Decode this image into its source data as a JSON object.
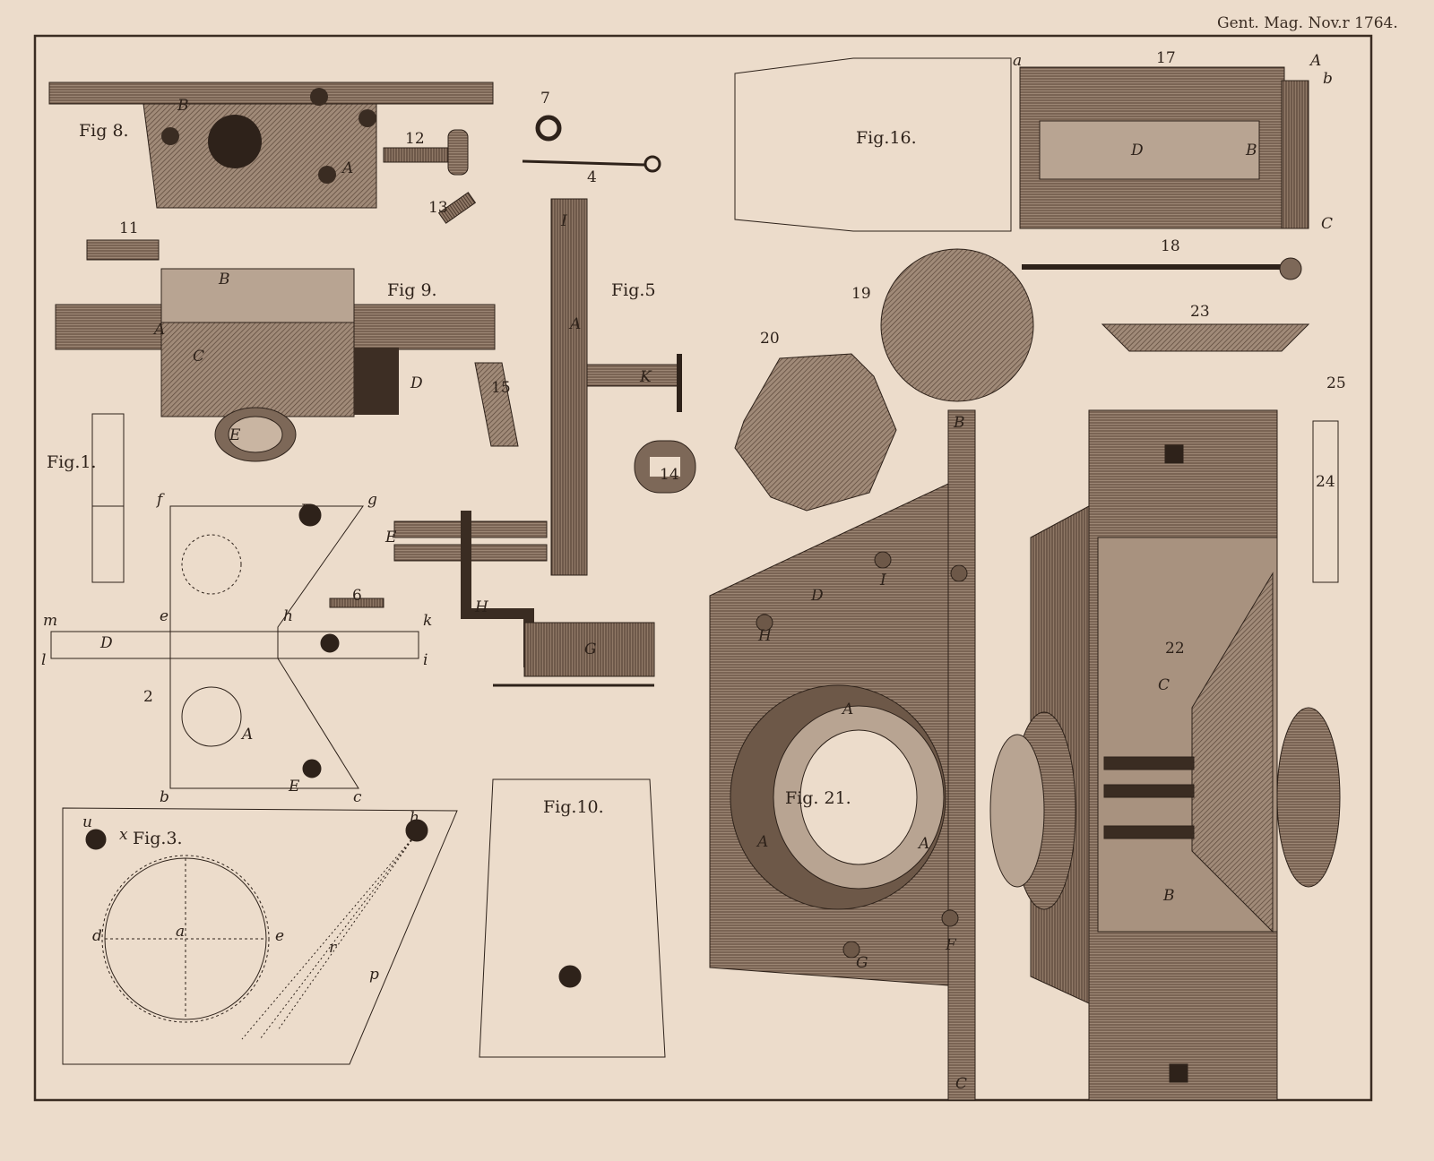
{
  "header": "Gent. Mag. Nov.r 1764.",
  "figure_captions": [
    "Fig 8.",
    "Fig 9.",
    "Fig.1.",
    "Fig.5",
    "Fig.16.",
    "Fig.3.",
    "Fig.10.",
    "Fig. 21."
  ],
  "numbers": [
    "12",
    "13",
    "7",
    "4",
    "11",
    "15",
    "14",
    "6",
    "2",
    "17",
    "18",
    "19",
    "20",
    "23",
    "25",
    "24",
    "22"
  ],
  "letters": [
    "B",
    "A",
    "B",
    "C",
    "D",
    "E",
    "A",
    "I",
    "A",
    "K",
    "G",
    "H",
    "E",
    "F",
    "D",
    "m",
    "k",
    "l",
    "i",
    "f",
    "g",
    "h",
    "e",
    "b",
    "c",
    "A",
    "E",
    "B",
    "C",
    "D",
    "F",
    "G",
    "H",
    "I",
    "A",
    "A",
    "A",
    "C",
    "B",
    "D",
    "B",
    "A",
    "C",
    "a",
    "b",
    "u",
    "x",
    "h",
    "a",
    "d",
    "e",
    "p",
    "r"
  ],
  "colors": {
    "paper": "#ecdccb",
    "ink": "#2e221a",
    "shade": "#7a6656"
  }
}
